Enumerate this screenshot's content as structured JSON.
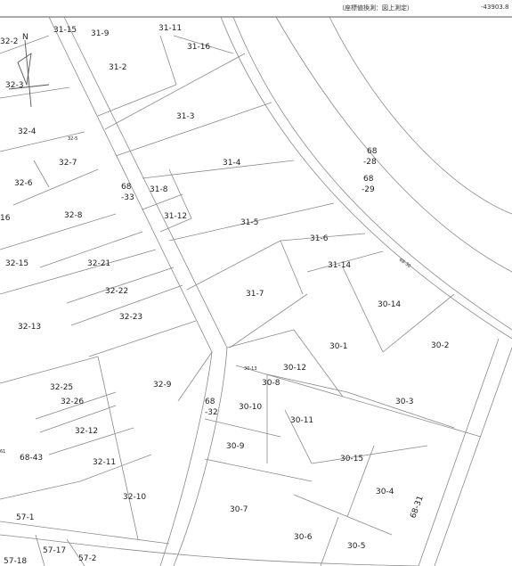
{
  "header": {
    "note": "（座標値換測：図上測定）",
    "coord": "-43903.8"
  },
  "north_label": "N",
  "parcels": [
    {
      "id": "31-15"
    },
    {
      "id": "31-9"
    },
    {
      "id": "31-11"
    },
    {
      "id": "31-16"
    },
    {
      "id": "31-2"
    },
    {
      "id": "31-3"
    },
    {
      "id": "31-4"
    },
    {
      "id": "31-8"
    },
    {
      "id": "31-12"
    },
    {
      "id": "31-5"
    },
    {
      "id": "31-6"
    },
    {
      "id": "31-14"
    },
    {
      "id": "31-7"
    },
    {
      "id": "32-2"
    },
    {
      "id": "32-3"
    },
    {
      "id": "32-4"
    },
    {
      "id": "32-5"
    },
    {
      "id": "32-7"
    },
    {
      "id": "32-6"
    },
    {
      "id": "32-8"
    },
    {
      "id": "32-15"
    },
    {
      "id": "32-21"
    },
    {
      "id": "32-22"
    },
    {
      "id": "32-23"
    },
    {
      "id": "32-13"
    },
    {
      "id": "32-25"
    },
    {
      "id": "32-26"
    },
    {
      "id": "32-9"
    },
    {
      "id": "32-12"
    },
    {
      "id": "32-11"
    },
    {
      "id": "32-10"
    },
    {
      "id": "30-14"
    },
    {
      "id": "30-1"
    },
    {
      "id": "30-2"
    },
    {
      "id": "30-12"
    },
    {
      "id": "30-13"
    },
    {
      "id": "30-8"
    },
    {
      "id": "30-10"
    },
    {
      "id": "30-11"
    },
    {
      "id": "30-3"
    },
    {
      "id": "30-9"
    },
    {
      "id": "30-15"
    },
    {
      "id": "30-4"
    },
    {
      "id": "30-7"
    },
    {
      "id": "30-6"
    },
    {
      "id": "30-5"
    },
    {
      "id": "57-1"
    },
    {
      "id": "57-17"
    },
    {
      "id": "57-18"
    },
    {
      "id": "57-2"
    },
    {
      "id": "16"
    },
    {
      "id": "61"
    },
    {
      "id": "68-43"
    }
  ],
  "roads": [
    {
      "line1": "68",
      "line2": "-28"
    },
    {
      "line1": "68",
      "line2": "-29"
    },
    {
      "line1": "68",
      "line2": "-33"
    },
    {
      "line1": "68",
      "line2": "-32"
    },
    {
      "line1": "68-30",
      "line2": ""
    },
    {
      "line1": "68-31",
      "line2": ""
    }
  ]
}
